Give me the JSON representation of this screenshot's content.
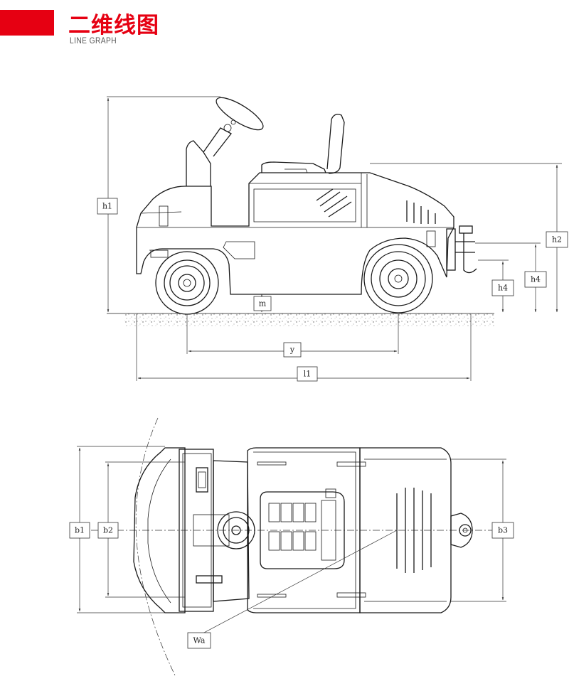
{
  "header": {
    "title_cn": "二维线图",
    "title_en": "LINE GRAPH",
    "accent_color": "#e60012"
  },
  "side_view": {
    "labels": {
      "h1": "h1",
      "h2": "h2",
      "h4a": "h4",
      "h4b": "h4",
      "m": "m",
      "y": "y",
      "l1": "l1"
    }
  },
  "top_view": {
    "labels": {
      "b1": "b1",
      "b2": "b2",
      "b3": "b3",
      "wa": "Wa"
    }
  }
}
